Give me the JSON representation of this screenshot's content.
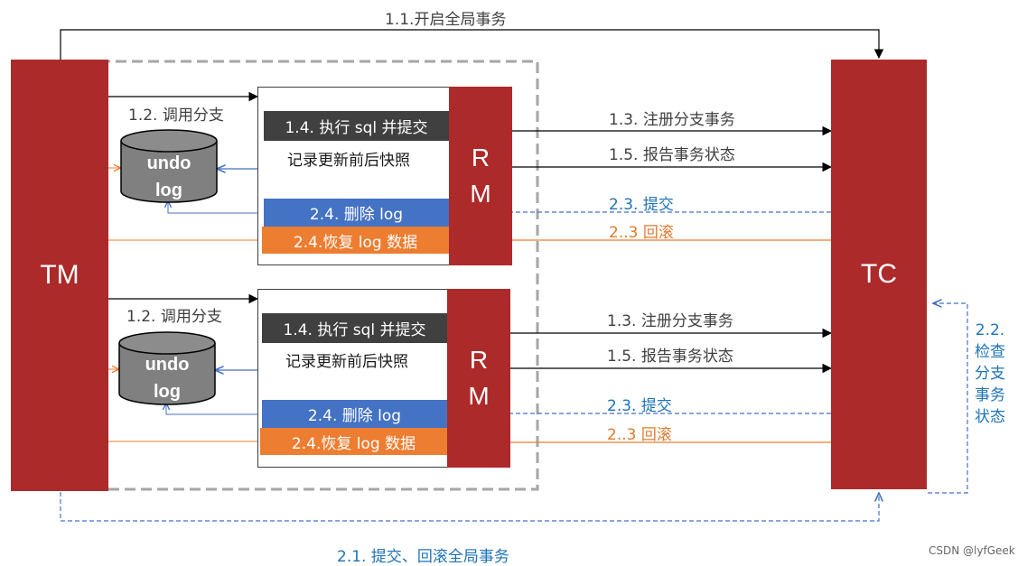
{
  "tm_label": "TM",
  "tc_label": "TC",
  "top": {
    "begin_global": "1.1.开启全局事务"
  },
  "bottom": {
    "global_commit_rollback": "2.1. 提交、回滚全局事务"
  },
  "side": {
    "check_branch": [
      "2.2.",
      "检查",
      "分支",
      "事务",
      "状态"
    ]
  },
  "branches": [
    {
      "call_branch": "1.2. 调用分支",
      "exec_sql": "1.4. 执行 sql 并提交",
      "record_snapshot": "记录更新前后快照",
      "delete_log": "2.4. 删除 log",
      "restore_log": "2.4.恢复 log 数据",
      "rm": [
        "R",
        "M"
      ],
      "undo_log": [
        "undo",
        "log"
      ],
      "register_branch": "1.3. 注册分支事务",
      "report_status": "1.5. 报告事务状态",
      "commit": "2.3. 提交",
      "rollback": "2..3 回滚"
    },
    {
      "call_branch": "1.2. 调用分支",
      "exec_sql": "1.4. 执行 sql 并提交",
      "record_snapshot": "记录更新前后快照",
      "delete_log": "2.4. 删除 log",
      "restore_log": "2.4.恢复 log 数据",
      "rm": [
        "R",
        "M"
      ],
      "undo_log": [
        "undo",
        "log"
      ],
      "register_branch": "1.3. 注册分支事务",
      "report_status": "1.5. 报告事务状态",
      "commit": "2.3. 提交",
      "rollback": "2..3 回滚"
    }
  ],
  "watermark": "CSDN @lyfGeek",
  "colors": {
    "bar": "#ad2a2a",
    "blue": "#4472c4",
    "orange": "#ed7d31",
    "dark": "#404040",
    "blue_text": "#1e73b8",
    "orange_text": "#e07a2e"
  }
}
